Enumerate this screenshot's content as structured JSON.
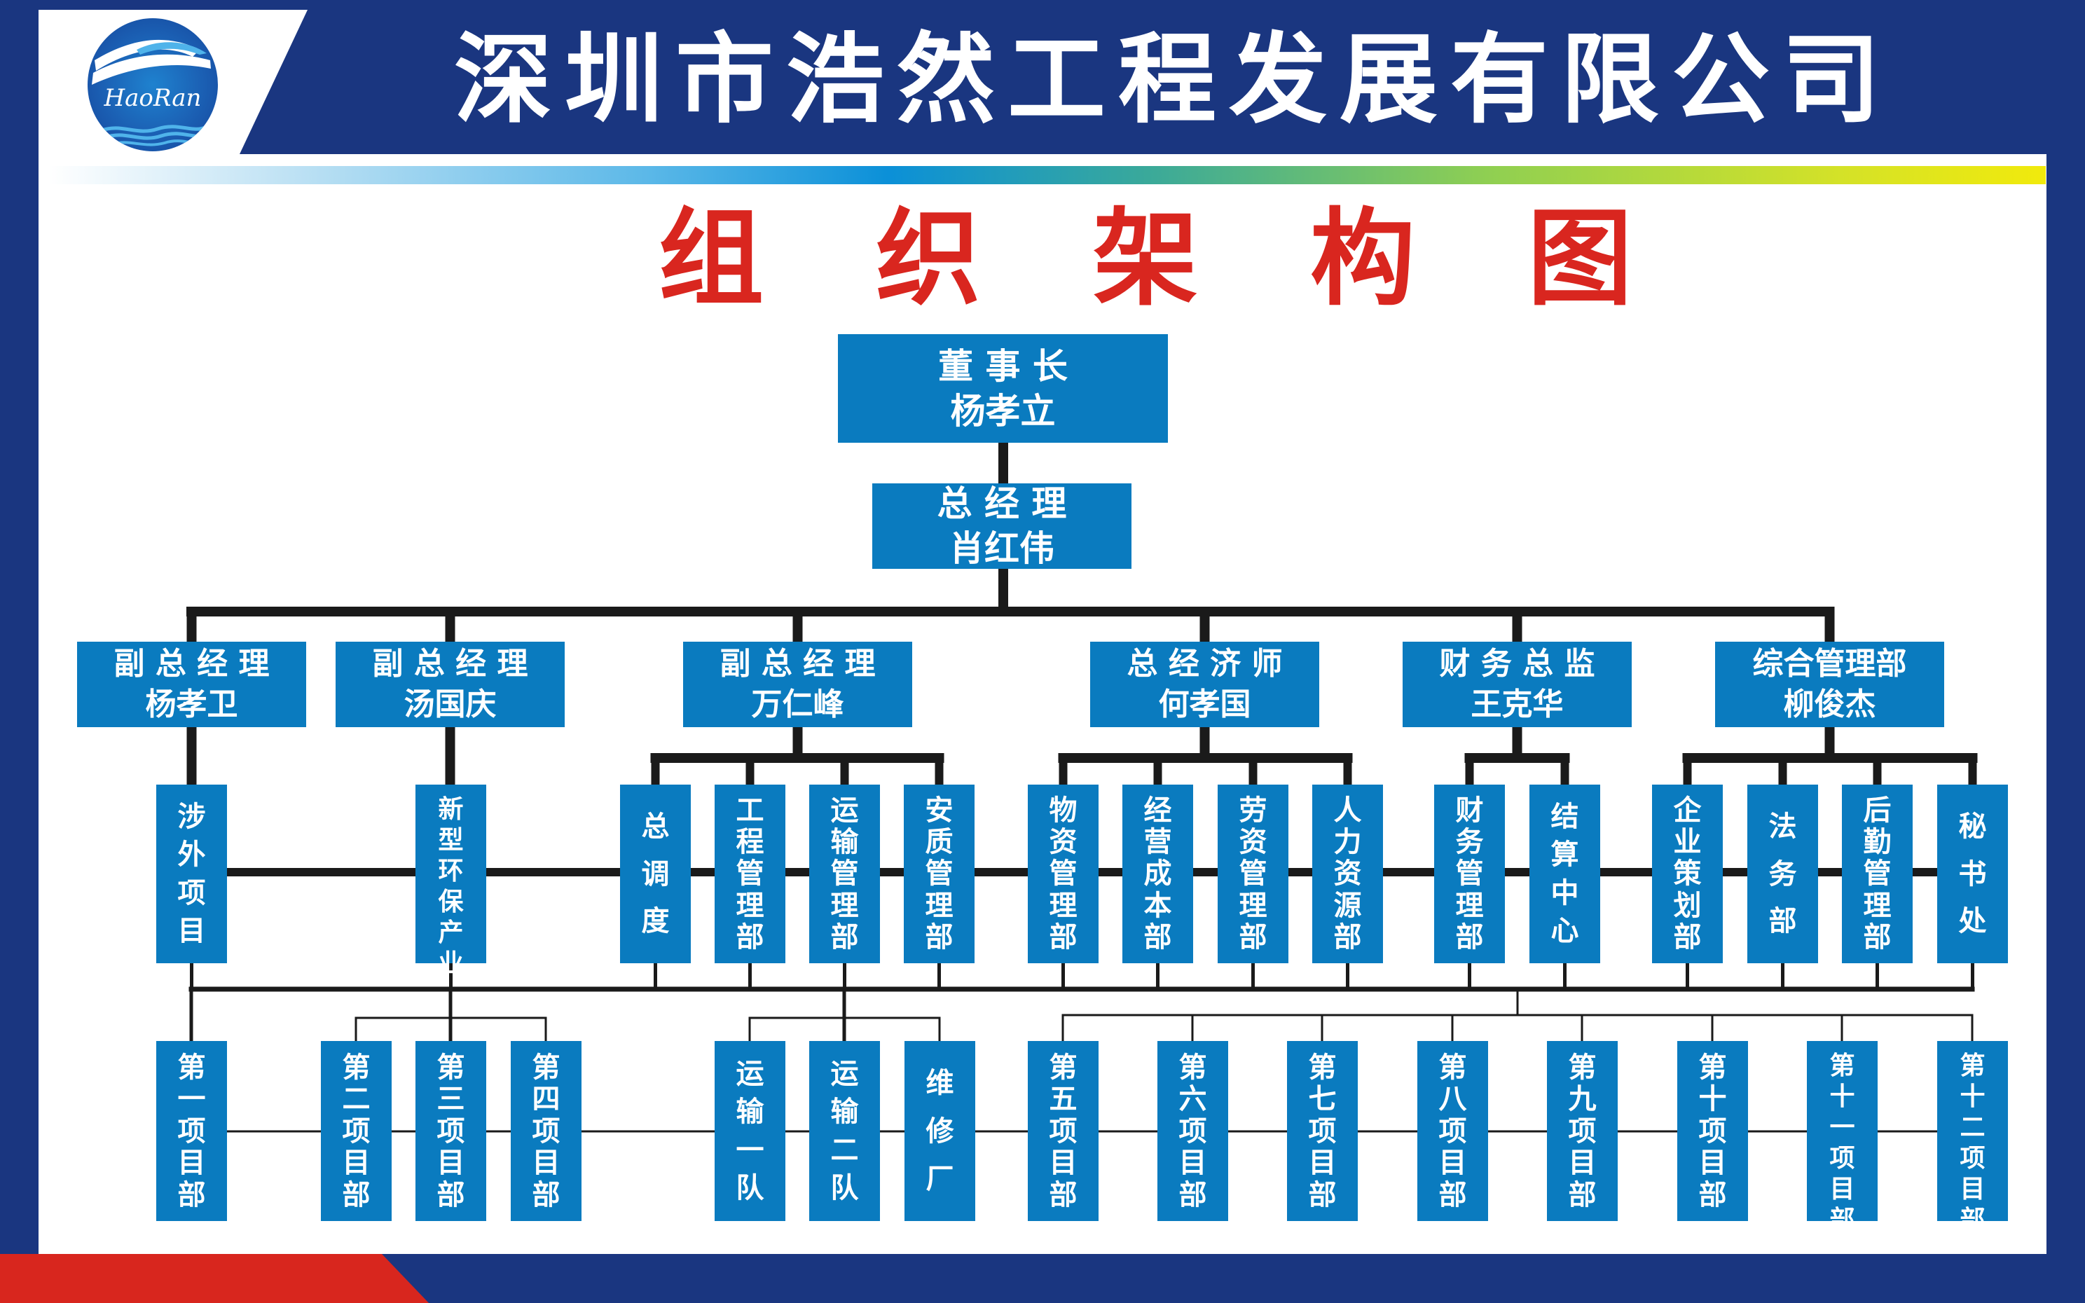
{
  "header": {
    "company_name": "深圳市浩然工程发展有限公司",
    "logo_text": "HaoRan",
    "chart_title": "组织架构图"
  },
  "colors": {
    "navy": "#1a3680",
    "box_blue": "#0a7bbf",
    "title_red": "#d9261f",
    "line_black": "#1a1a1a",
    "accent_red": "#d8261e"
  },
  "chairman": {
    "title": "董 事 长",
    "name": "杨孝立"
  },
  "general_manager": {
    "title": "总 经 理",
    "name": "肖红伟"
  },
  "executives": [
    {
      "title": "副 总 经 理",
      "name": "杨孝卫",
      "departments": [
        "涉外项目"
      ]
    },
    {
      "title": "副 总 经 理",
      "name": "汤国庆",
      "departments": [
        "新型环保产业"
      ]
    },
    {
      "title": "副 总 经 理",
      "name": "万仁峰",
      "departments": [
        "总调度",
        "工程管理部",
        "运输管理部",
        "安质管理部"
      ]
    },
    {
      "title": "总 经 济 师",
      "name": "何孝国",
      "departments": [
        "物资管理部",
        "经营成本部",
        "劳资管理部",
        "人力资源部"
      ]
    },
    {
      "title": "财 务 总 监",
      "name": "王克华",
      "departments": [
        "财务管理部",
        "结算中心"
      ]
    },
    {
      "title": "综合管理部",
      "name": "柳俊杰",
      "departments": [
        "企业策划部",
        "法务部",
        "后勤管理部",
        "秘书处"
      ]
    }
  ],
  "departments": [
    {
      "label": "涉外项目",
      "chars": [
        "涉",
        "外",
        "项",
        "目"
      ]
    },
    {
      "label": "新型环保产业",
      "chars": [
        "新",
        "型",
        "环",
        "保",
        "产",
        "业"
      ]
    },
    {
      "label": "总调度",
      "chars": [
        "总",
        "调",
        "度"
      ]
    },
    {
      "label": "工程管理部",
      "chars": [
        "工",
        "程",
        "管",
        "理",
        "部"
      ]
    },
    {
      "label": "运输管理部",
      "chars": [
        "运",
        "输",
        "管",
        "理",
        "部"
      ]
    },
    {
      "label": "安质管理部",
      "chars": [
        "安",
        "质",
        "管",
        "理",
        "部"
      ]
    },
    {
      "label": "物资管理部",
      "chars": [
        "物",
        "资",
        "管",
        "理",
        "部"
      ]
    },
    {
      "label": "经营成本部",
      "chars": [
        "经",
        "营",
        "成",
        "本",
        "部"
      ]
    },
    {
      "label": "劳资管理部",
      "chars": [
        "劳",
        "资",
        "管",
        "理",
        "部"
      ]
    },
    {
      "label": "人力资源部",
      "chars": [
        "人",
        "力",
        "资",
        "源",
        "部"
      ]
    },
    {
      "label": "财务管理部",
      "chars": [
        "财",
        "务",
        "管",
        "理",
        "部"
      ]
    },
    {
      "label": "结算中心",
      "chars": [
        "结",
        "算",
        "中",
        "心"
      ]
    },
    {
      "label": "企业策划部",
      "chars": [
        "企",
        "业",
        "策",
        "划",
        "部"
      ]
    },
    {
      "label": "法务部",
      "chars": [
        "法",
        "务",
        "部"
      ]
    },
    {
      "label": "后勤管理部",
      "chars": [
        "后",
        "勤",
        "管",
        "理",
        "部"
      ]
    },
    {
      "label": "秘书处",
      "chars": [
        "秘",
        "书",
        "处"
      ]
    }
  ],
  "units": [
    {
      "label": "第一项目部",
      "chars": [
        "第",
        "一",
        "项",
        "目",
        "部"
      ]
    },
    {
      "label": "第二项目部",
      "chars": [
        "第",
        "二",
        "项",
        "目",
        "部"
      ]
    },
    {
      "label": "第三项目部",
      "chars": [
        "第",
        "三",
        "项",
        "目",
        "部"
      ]
    },
    {
      "label": "第四项目部",
      "chars": [
        "第",
        "四",
        "项",
        "目",
        "部"
      ]
    },
    {
      "label": "运输一队",
      "chars": [
        "运",
        "输",
        "一",
        "队"
      ]
    },
    {
      "label": "运输二队",
      "chars": [
        "运",
        "输",
        "二",
        "队"
      ]
    },
    {
      "label": "维修厂",
      "chars": [
        "维",
        "修",
        "厂"
      ]
    },
    {
      "label": "第五项目部",
      "chars": [
        "第",
        "五",
        "项",
        "目",
        "部"
      ]
    },
    {
      "label": "第六项目部",
      "chars": [
        "第",
        "六",
        "项",
        "目",
        "部"
      ]
    },
    {
      "label": "第七项目部",
      "chars": [
        "第",
        "七",
        "项",
        "目",
        "部"
      ]
    },
    {
      "label": "第八项目部",
      "chars": [
        "第",
        "八",
        "项",
        "目",
        "部"
      ]
    },
    {
      "label": "第九项目部",
      "chars": [
        "第",
        "九",
        "项",
        "目",
        "部"
      ]
    },
    {
      "label": "第十项目部",
      "chars": [
        "第",
        "十",
        "项",
        "目",
        "部"
      ]
    },
    {
      "label": "第十一项目部",
      "chars": [
        "第",
        "十",
        "一",
        "项",
        "目",
        "部"
      ]
    },
    {
      "label": "第十二项目部",
      "chars": [
        "第",
        "十",
        "二",
        "项",
        "目",
        "部"
      ]
    }
  ]
}
